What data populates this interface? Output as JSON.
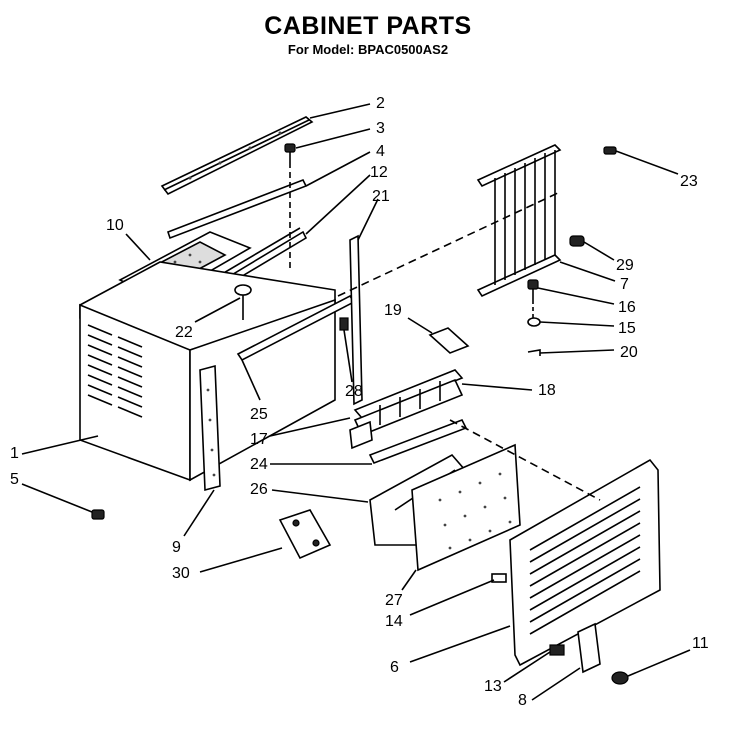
{
  "header": {
    "title": "CABINET PARTS",
    "subtitle": "For Model: BPAC0500AS2"
  },
  "callouts": [
    {
      "id": "2",
      "text": "2"
    },
    {
      "id": "3",
      "text": "3"
    },
    {
      "id": "4",
      "text": "4"
    },
    {
      "id": "12",
      "text": "12"
    },
    {
      "id": "21",
      "text": "21"
    },
    {
      "id": "10",
      "text": "10"
    },
    {
      "id": "23",
      "text": "23"
    },
    {
      "id": "29",
      "text": "29"
    },
    {
      "id": "7",
      "text": "7"
    },
    {
      "id": "16",
      "text": "16"
    },
    {
      "id": "15",
      "text": "15"
    },
    {
      "id": "20",
      "text": "20"
    },
    {
      "id": "19",
      "text": "19"
    },
    {
      "id": "18",
      "text": "18"
    },
    {
      "id": "22",
      "text": "22"
    },
    {
      "id": "28",
      "text": "28"
    },
    {
      "id": "25",
      "text": "25"
    },
    {
      "id": "17",
      "text": "17"
    },
    {
      "id": "1",
      "text": "1"
    },
    {
      "id": "24",
      "text": "24"
    },
    {
      "id": "5",
      "text": "5"
    },
    {
      "id": "26",
      "text": "26"
    },
    {
      "id": "9",
      "text": "9"
    },
    {
      "id": "30",
      "text": "30"
    },
    {
      "id": "27",
      "text": "27"
    },
    {
      "id": "14",
      "text": "14"
    },
    {
      "id": "11",
      "text": "11"
    },
    {
      "id": "6",
      "text": "6"
    },
    {
      "id": "13",
      "text": "13"
    },
    {
      "id": "8",
      "text": "8"
    }
  ]
}
